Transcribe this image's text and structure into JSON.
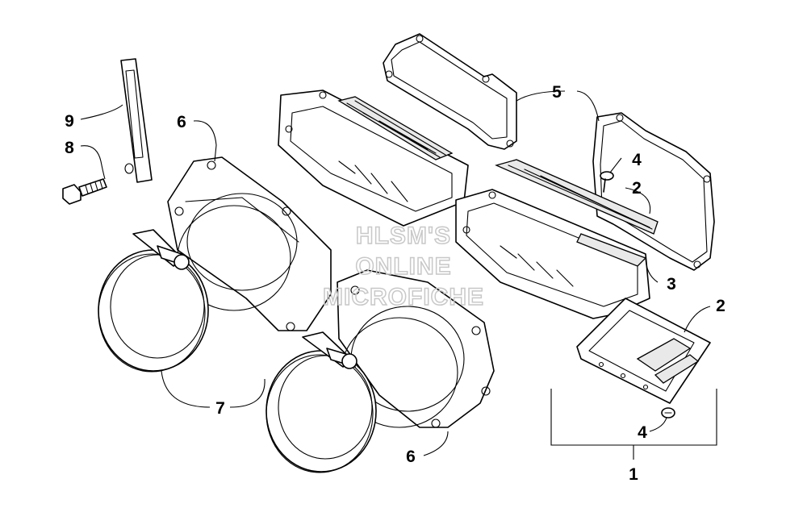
{
  "watermark": {
    "lines": [
      "HLSM'S",
      "ONLINE",
      "MICROFICHE"
    ],
    "color": "#c8c8c8"
  },
  "callouts": [
    {
      "label": "9"
    },
    {
      "label": "8"
    },
    {
      "label": "6"
    },
    {
      "label": "5"
    },
    {
      "label": "4"
    },
    {
      "label": "2"
    },
    {
      "label": "3"
    },
    {
      "label": "2"
    },
    {
      "label": "7"
    },
    {
      "label": "6"
    },
    {
      "label": "4"
    },
    {
      "label": "1"
    }
  ],
  "colors": {
    "line": "#000000",
    "background": "#ffffff"
  }
}
